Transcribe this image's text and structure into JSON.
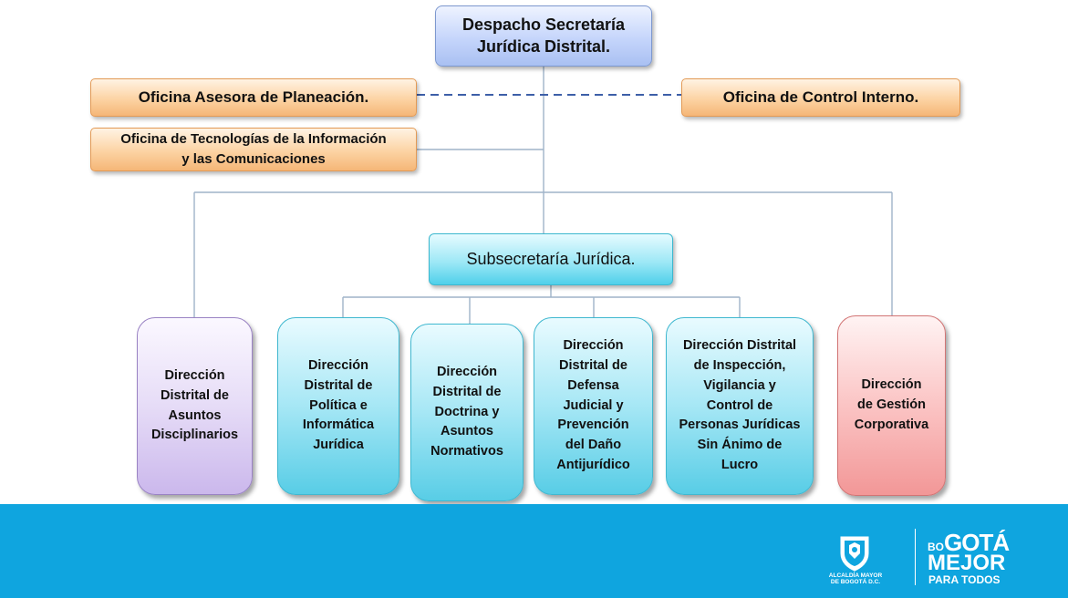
{
  "org_chart": {
    "top": "Despacho Secretaría\nJurídica Distrital.",
    "planeacion": "Oficina Asesora de Planeación.",
    "tic": "Oficina de Tecnologías  de la Información\ny las Comunicaciones",
    "control": "Oficina de Control Interno.",
    "subsecretaria": "Subsecretaría Jurídica.",
    "directions": [
      "Dirección\nDistrital de\nAsuntos\nDisciplinarios",
      "Dirección\nDistrital de\nPolítica e\nInformática\nJurídica",
      "Dirección\nDistrital de\nDoctrina y\nAsuntos\nNormativos",
      "Dirección\nDistrital de\nDefensa\nJudicial y\nPrevención\ndel Daño\nAntijurídico",
      "Dirección Distrital\nde Inspección,\nVigilancia y\nControl de\nPersonas Jurídicas\nSin Ánimo de\nLucro",
      "Dirección\nde Gestión\nCorporativa"
    ]
  },
  "footer": {
    "alcaldia": "ALCALDÍA MAYOR\nDE BOGOTÁ D.C.",
    "brand_small": "BO",
    "brand_large": "GOTÁ",
    "brand_mejor": "MEJOR",
    "brand_para": "PARA TODOS"
  },
  "colors": {
    "footer": "#0fa5df",
    "connector": "#9fb3c9",
    "dashed": "#3d5fa8"
  }
}
